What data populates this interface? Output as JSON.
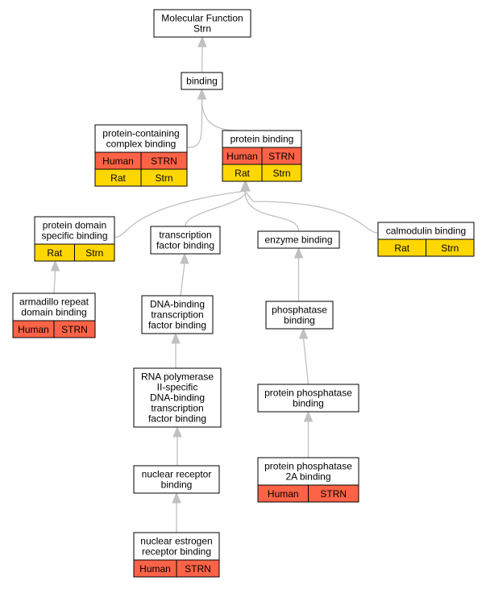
{
  "colors": {
    "human": "#ff6347",
    "rat": "#ffd700",
    "edge": "#c0c0c0"
  },
  "nodes": {
    "molecular_function": {
      "lines": [
        "Molecular Function",
        "Strn"
      ]
    },
    "binding": {
      "lines": [
        "binding"
      ]
    },
    "protein_containing_complex_binding": {
      "lines": [
        "protein-containing",
        "complex binding"
      ],
      "rows": [
        {
          "species": "Human",
          "gene": "STRN"
        },
        {
          "species": "Rat",
          "gene": "Strn"
        }
      ]
    },
    "protein_binding": {
      "lines": [
        "protein binding"
      ],
      "rows": [
        {
          "species": "Human",
          "gene": "STRN"
        },
        {
          "species": "Rat",
          "gene": "Strn"
        }
      ]
    },
    "protein_domain_specific_binding": {
      "lines": [
        "protein domain",
        "specific binding"
      ],
      "rows": [
        {
          "species": "Rat",
          "gene": "Strn"
        }
      ]
    },
    "transcription_factor_binding": {
      "lines": [
        "transcription",
        "factor binding"
      ]
    },
    "enzyme_binding": {
      "lines": [
        "enzyme binding"
      ]
    },
    "calmodulin_binding": {
      "lines": [
        "calmodulin binding"
      ],
      "rows": [
        {
          "species": "Rat",
          "gene": "Strn"
        }
      ]
    },
    "armadillo_repeat_domain_binding": {
      "lines": [
        "armadillo repeat",
        "domain binding"
      ],
      "rows": [
        {
          "species": "Human",
          "gene": "STRN"
        }
      ]
    },
    "dna_binding_tf_binding": {
      "lines": [
        "DNA-binding",
        "transcription",
        "factor binding"
      ]
    },
    "phosphatase_binding": {
      "lines": [
        "phosphatase",
        "binding"
      ]
    },
    "rna_pol_ii_tf_binding": {
      "lines": [
        "RNA polymerase",
        "II-specific",
        "DNA-binding",
        "transcription",
        "factor binding"
      ]
    },
    "protein_phosphatase_binding": {
      "lines": [
        "protein phosphatase",
        "binding"
      ]
    },
    "nuclear_receptor_binding": {
      "lines": [
        "nuclear receptor",
        "binding"
      ]
    },
    "protein_phosphatase_2a_binding": {
      "lines": [
        "protein phosphatase",
        "2A binding"
      ],
      "rows": [
        {
          "species": "Human",
          "gene": "STRN"
        }
      ]
    },
    "nuclear_estrogen_receptor_binding": {
      "lines": [
        "nuclear estrogen",
        "receptor binding"
      ],
      "rows": [
        {
          "species": "Human",
          "gene": "STRN"
        }
      ]
    }
  }
}
